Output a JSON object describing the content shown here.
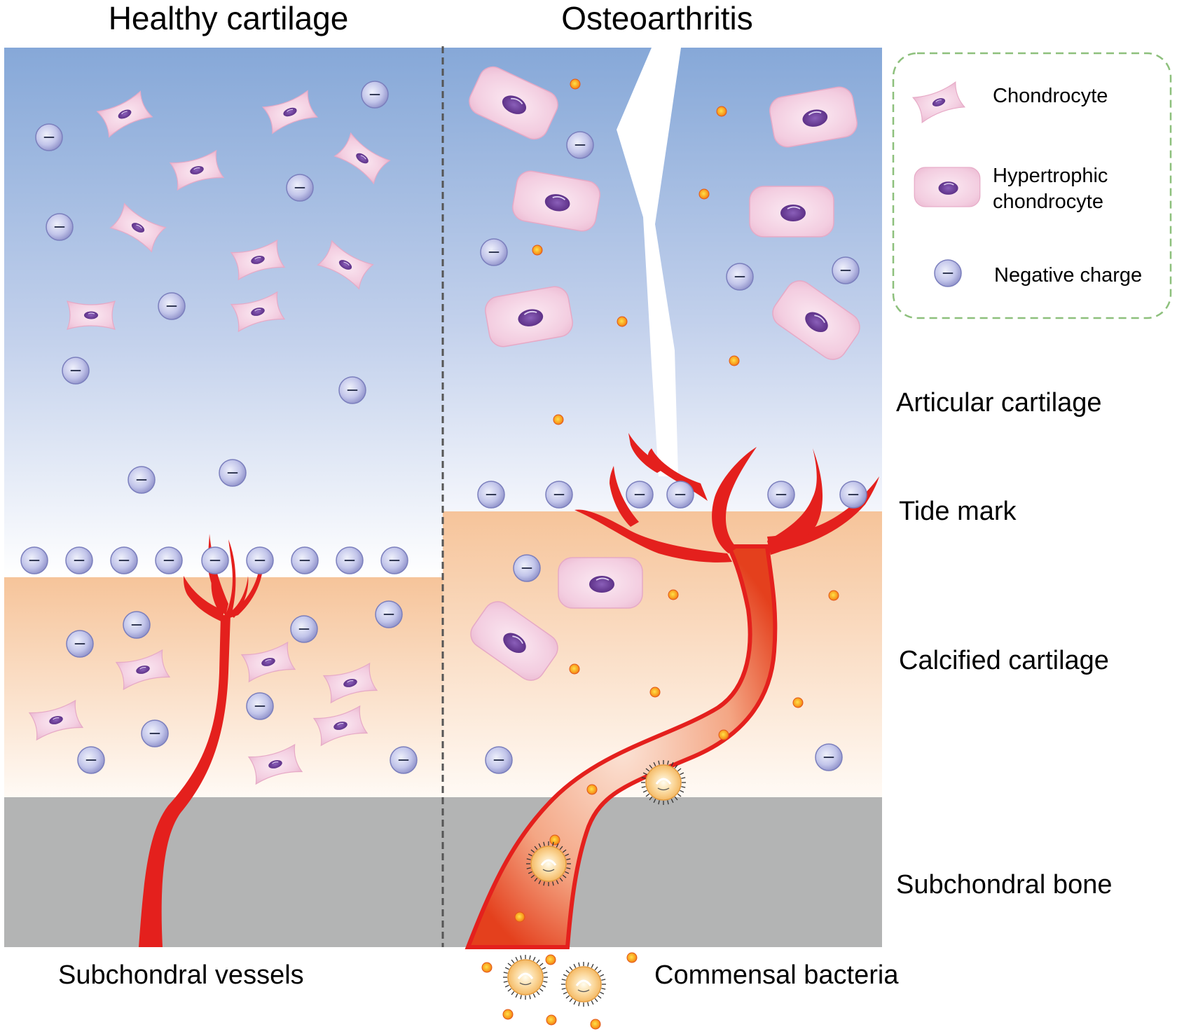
{
  "titles": {
    "left": "Healthy cartilage",
    "right": "Osteoarthritis"
  },
  "layers": {
    "articular": "Articular cartilage",
    "tidemark": "Tide mark",
    "calcified": "Calcified cartilage",
    "subchondral_bone": "Subchondral bone"
  },
  "bottom_labels": {
    "vessels": "Subchondral vessels",
    "bacteria": "Commensal bacteria"
  },
  "legend": {
    "chondrocyte": "Chondrocyte",
    "hypertrophic_line1": "Hypertrophic",
    "hypertrophic_line2": "chondrocyte",
    "negative": "Negative charge"
  },
  "symbols": {
    "negative_sign": "–"
  },
  "colors": {
    "cartilage_top": "#86a8d8",
    "cartilage_bottom": "#ffffff",
    "calcified_top": "#f6c49a",
    "calcified_bottom": "#fffaf5",
    "bone": "#b3b4b4",
    "vessel": "#e4201d",
    "cell_fill": "#f3c9dc",
    "nucleus": "#6b3b98",
    "charge_fill": "#a7a9d8",
    "particle": "#f7a21c",
    "legend_border": "#8dc07c"
  },
  "icons": [
    "chondrocyte-icon",
    "hypertrophic-chondrocyte-icon",
    "negative-charge-icon",
    "bacteria-icon",
    "vessel-icon",
    "crack-icon"
  ]
}
